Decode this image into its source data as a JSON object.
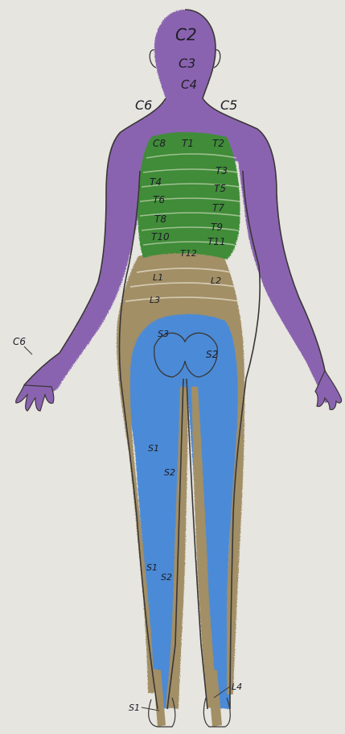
{
  "colors": {
    "paper": "#e6e5e0",
    "cervical": "#8a63b0",
    "thoracic": "#3f8c38",
    "lumbar": "#a28f66",
    "sacral": "#4c8ad6",
    "outline": "#3a3636"
  },
  "labels": {
    "c2": "C2",
    "c3": "C3",
    "c4": "C4",
    "c5": "C5",
    "c6": "C6",
    "c8": "C8",
    "t1": "T1",
    "t2": "T2",
    "t3": "T3",
    "t4": "T4",
    "t5": "T5",
    "t6": "T6",
    "t7": "T7",
    "t8": "T8",
    "t9": "T9",
    "t10": "T10",
    "t11": "T11",
    "t12": "T12",
    "l1": "L1",
    "l2": "L2",
    "l3": "L3",
    "s2": "S2",
    "s1_leg": "S1",
    "s2_leg": "S2",
    "s1_calf": "S1",
    "s2_calf": "S2",
    "s1_foot": "S1",
    "l4_foot": "L4",
    "s3": "S3",
    "c7_hand": "C6"
  }
}
